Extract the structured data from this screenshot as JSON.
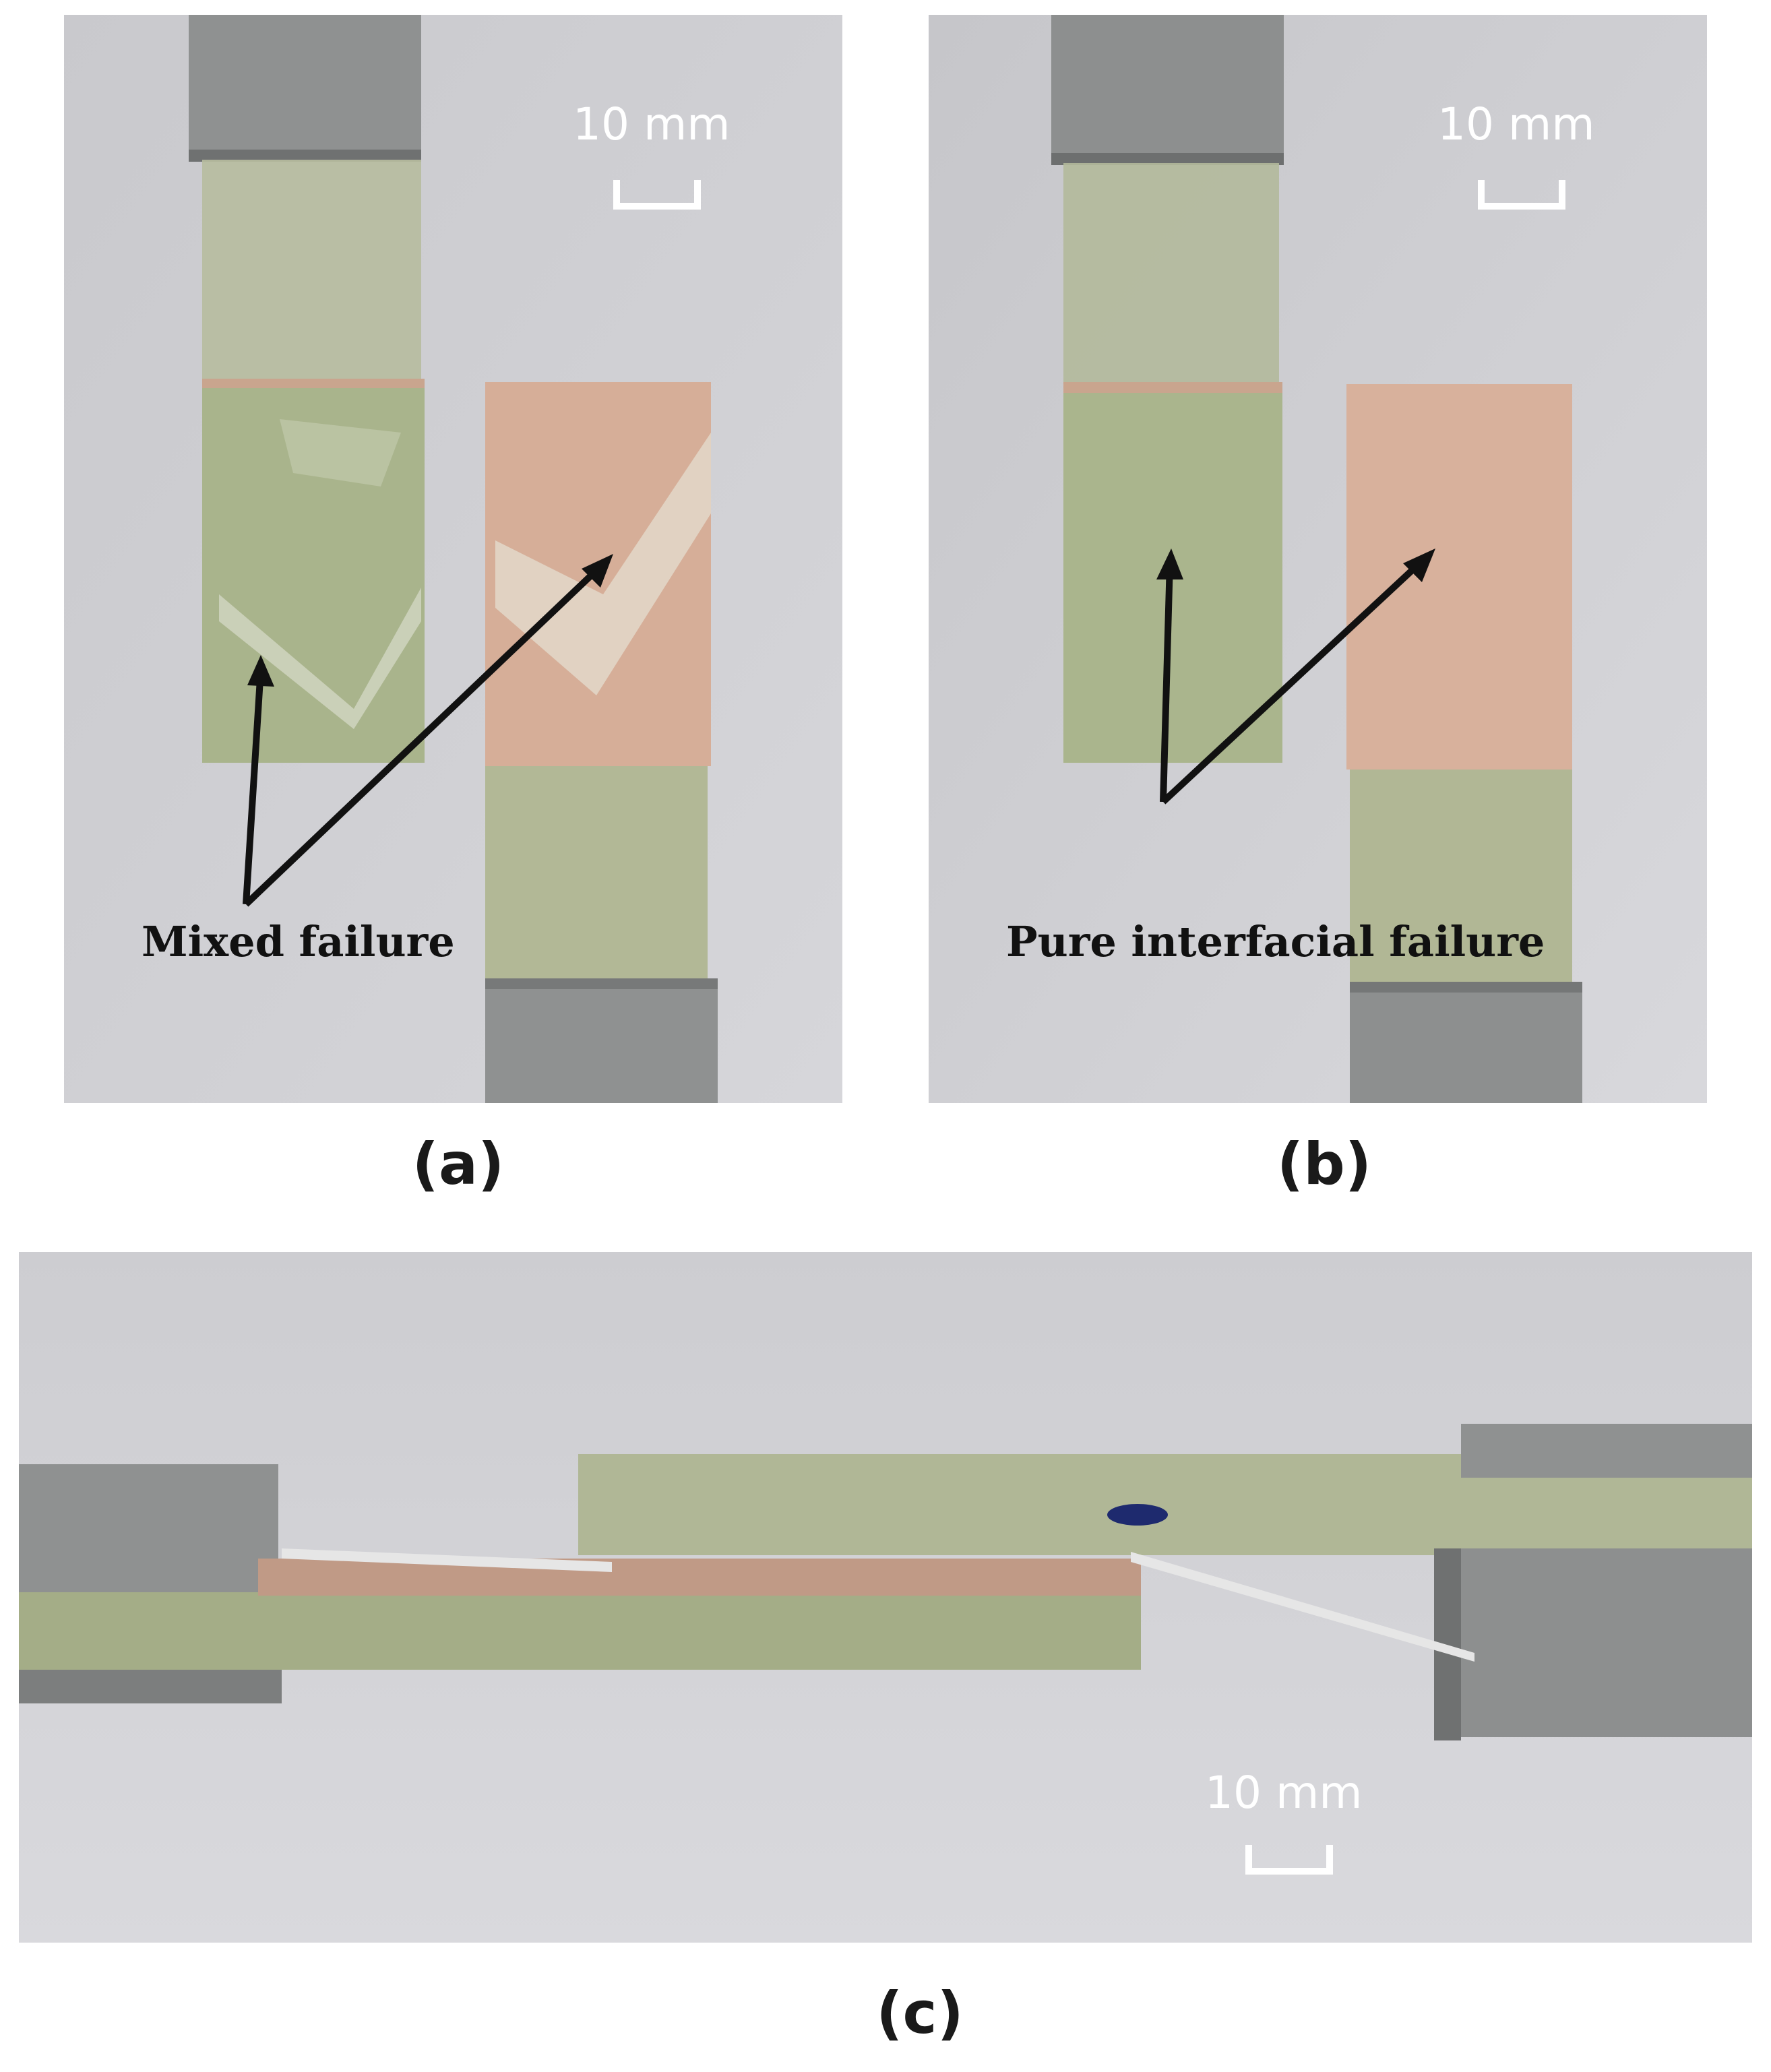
{
  "panels": {
    "a": {
      "caption": "(a)",
      "scale_label": "10 mm",
      "annotation": "Mixed failure"
    },
    "b": {
      "caption": "(b)",
      "scale_label": "10 mm",
      "annotation": "Pure interfacial failure"
    },
    "c": {
      "caption": "(c)",
      "scale_label": "10 mm"
    }
  },
  "colors": {
    "background_wall": "#cfcfd3",
    "aluminum_tab": "#8f9191",
    "gfrp_adherend": "#b4bb98",
    "adhesive_pink": "#d9b59f",
    "annotation_arrow": "#111111",
    "scale_bar": "#ffffff"
  }
}
